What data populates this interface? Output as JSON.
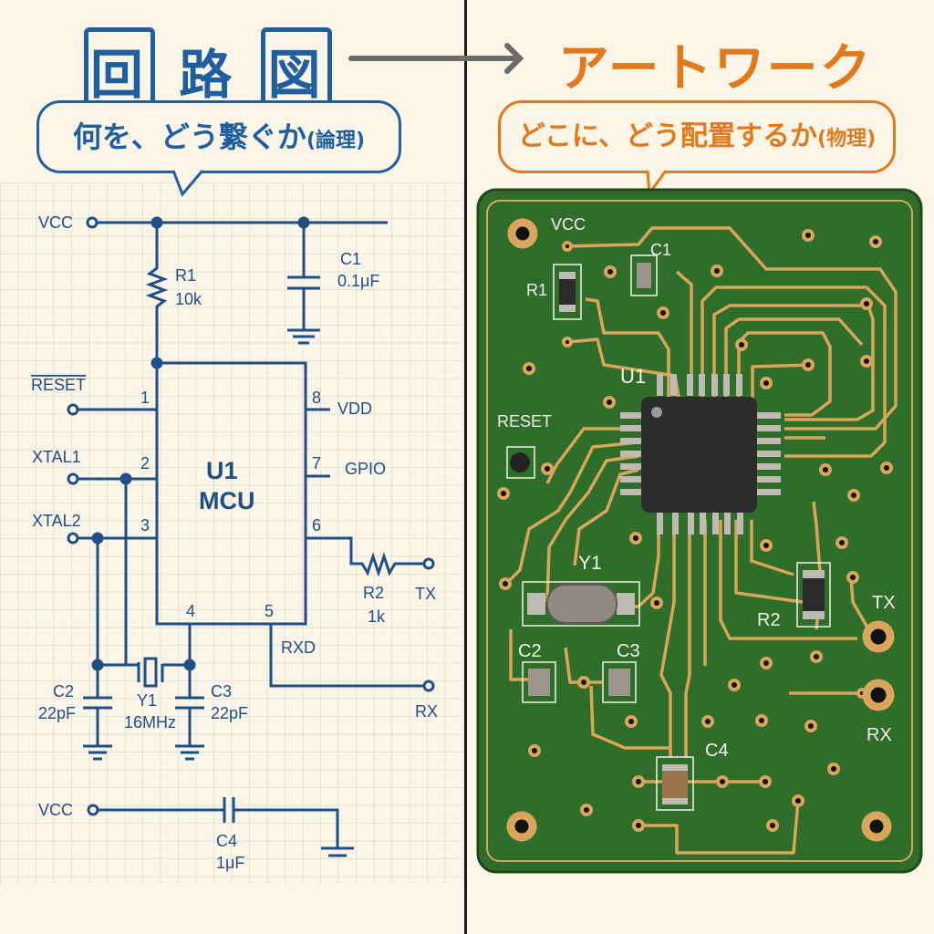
{
  "header": {
    "left_title_chars": [
      "回",
      "路",
      "図"
    ],
    "right_title": "アートワーク",
    "left_subtitle": "何を、どう繋ぐか",
    "left_subtitle_note": "(論理)",
    "right_subtitle": "どこに、どう配置するか",
    "right_subtitle_note": "(物理)",
    "arrow_icon": "right-arrow-icon"
  },
  "colors": {
    "schematic": "#1f4f86",
    "artwork": "#e07a1c",
    "pcb_green": "#2f6e2a",
    "copper": "#d9a55a",
    "paper": "#fbf5e8"
  },
  "schematic": {
    "nets": {
      "vcc": "VCC",
      "reset": "RESET",
      "xtal1": "XTAL1",
      "xtal2": "XTAL2",
      "vdd": "VDD",
      "gpio": "GPIO",
      "rxd": "RXD",
      "tx": "TX",
      "rx": "RX",
      "vcc2": "VCC"
    },
    "u1": {
      "ref": "U1",
      "name": "MCU",
      "pins": [
        "1",
        "2",
        "3",
        "4",
        "5",
        "6",
        "7",
        "8"
      ]
    },
    "r1": {
      "ref": "R1",
      "value": "10k"
    },
    "r2": {
      "ref": "R2",
      "value": "1k"
    },
    "c1": {
      "ref": "C1",
      "value": "0.1μF"
    },
    "c2": {
      "ref": "C2",
      "value": "22pF"
    },
    "c3": {
      "ref": "C3",
      "value": "22pF"
    },
    "c4": {
      "ref": "C4",
      "value": "1μF"
    },
    "y1": {
      "ref": "Y1",
      "value": "16MHz"
    }
  },
  "artwork": {
    "labels": {
      "vcc": "VCC",
      "c1": "C1",
      "r1": "R1",
      "u1": "U1",
      "reset": "RESET",
      "y1": "Y1",
      "c2": "C2",
      "c3": "C3",
      "r2": "R2",
      "tx": "TX",
      "rx": "RX",
      "c4": "C4"
    }
  }
}
